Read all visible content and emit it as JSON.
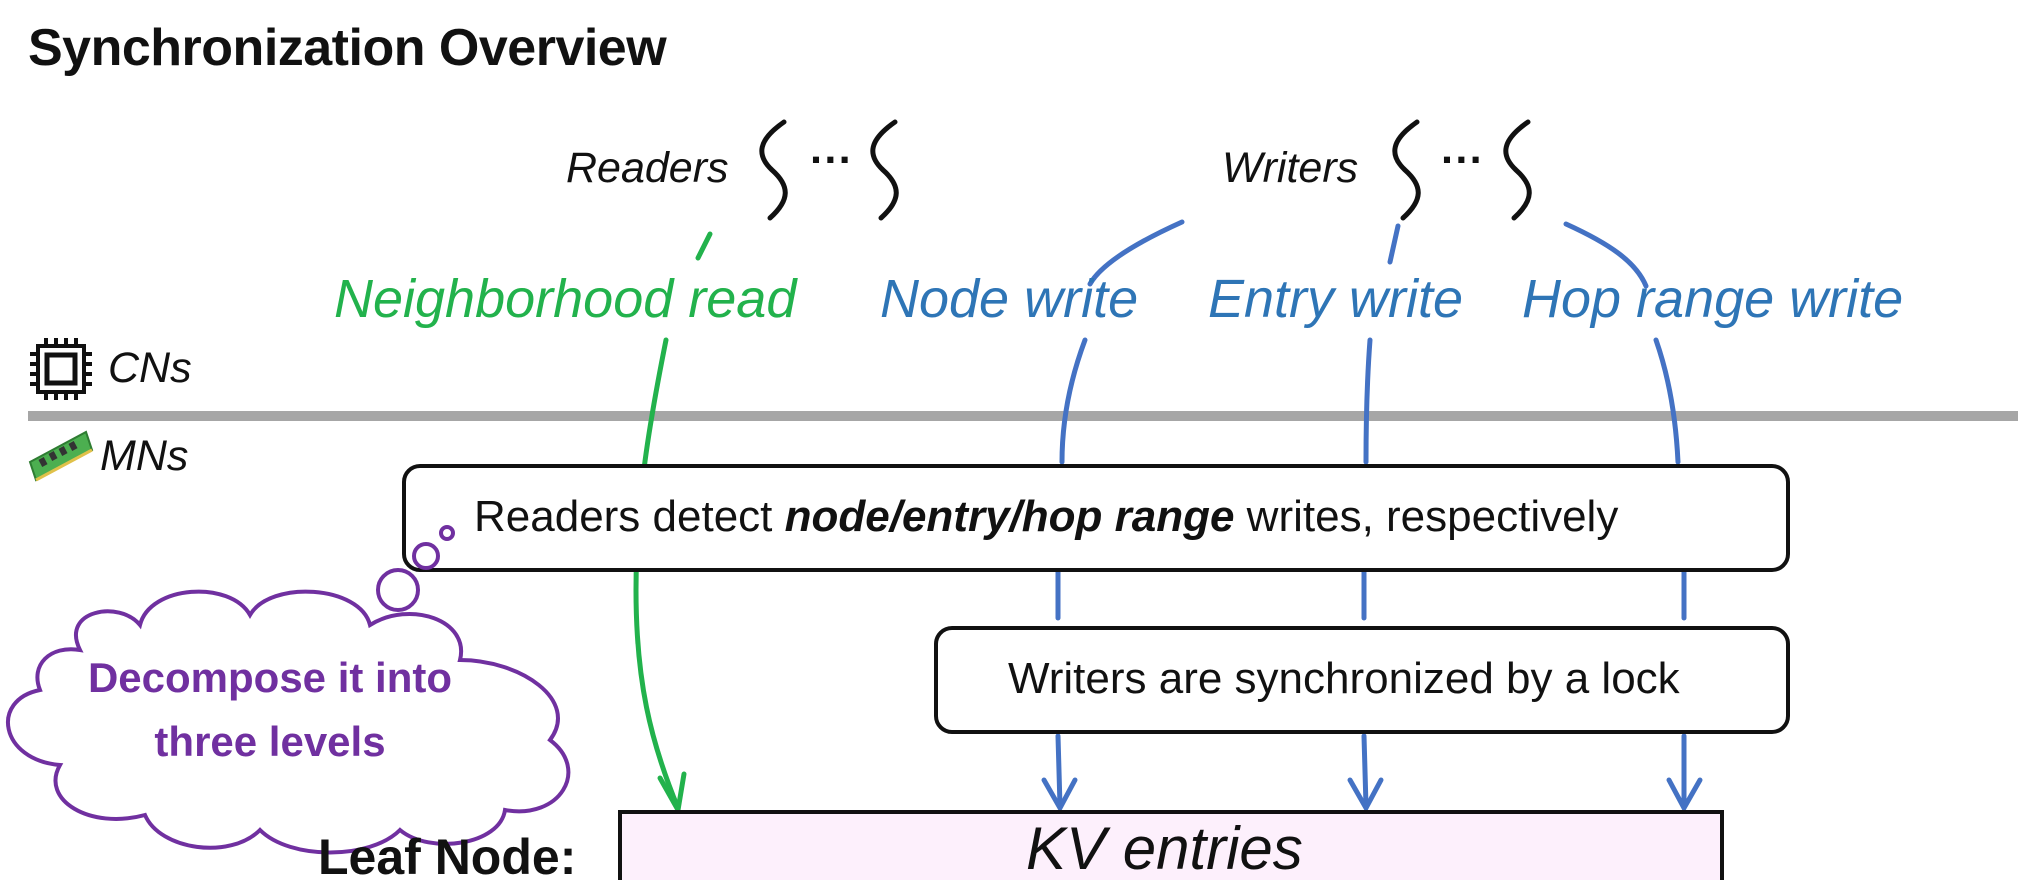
{
  "title": "Synchronization Overview",
  "actors": {
    "readers": "Readers",
    "writers": "Writers",
    "ellipsis": "···"
  },
  "operations": {
    "neighborhood_read": "Neighborhood read",
    "node_write": "Node write",
    "entry_write": "Entry write",
    "hop_range_write": "Hop range write"
  },
  "lanes": {
    "cn": "CNs",
    "mn": "MNs"
  },
  "boxes": {
    "detect_prefix": "Readers detect ",
    "detect_bold": "node/entry/hop range",
    "detect_suffix": " writes, respectively",
    "lock": "Writers are synchronized by a lock"
  },
  "callout": {
    "line1": "Decompose it into",
    "line2": "three levels"
  },
  "leaf": {
    "label": "Leaf Node:",
    "content": "KV entries"
  },
  "colors": {
    "read": "#22b24c",
    "write": "#4472c4",
    "write_text": "#2e75b6",
    "callout_text": "#7030a0",
    "callout_border": "#7030a0",
    "leaf_fill": "#fdf0fc",
    "divider": "#a6a6a6"
  },
  "icons": {
    "cn": "cpu-chip-icon",
    "mn": "memory-module-icon",
    "thread": "thread-squiggle-icon"
  }
}
